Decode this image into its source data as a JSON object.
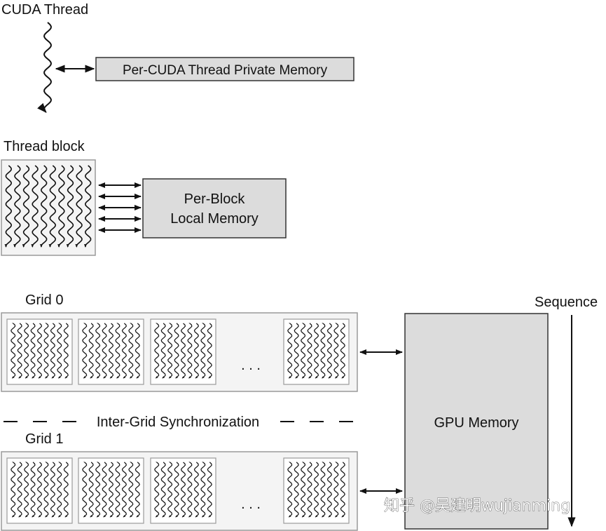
{
  "cuda_thread": {
    "label": "CUDA Thread",
    "memory_label": "Per-CUDA Thread Private Memory"
  },
  "thread_block": {
    "label": "Thread block",
    "memory_line1": "Per-Block",
    "memory_line2": "Local Memory"
  },
  "grid0": {
    "label": "Grid 0",
    "ellipsis": ". . ."
  },
  "grid1": {
    "label": "Grid 1",
    "ellipsis": ". . ."
  },
  "sync_label": "Inter-Grid Synchronization",
  "gpu_memory_label": "GPU Memory",
  "sequence_label": "Sequence",
  "watermark": "知乎 @吴建明wujianming",
  "colors": {
    "box_fill": "#dcdcdc",
    "panel_fill": "#f4f4f4",
    "panel_border": "#9a9a9a",
    "stroke": "#111111"
  }
}
